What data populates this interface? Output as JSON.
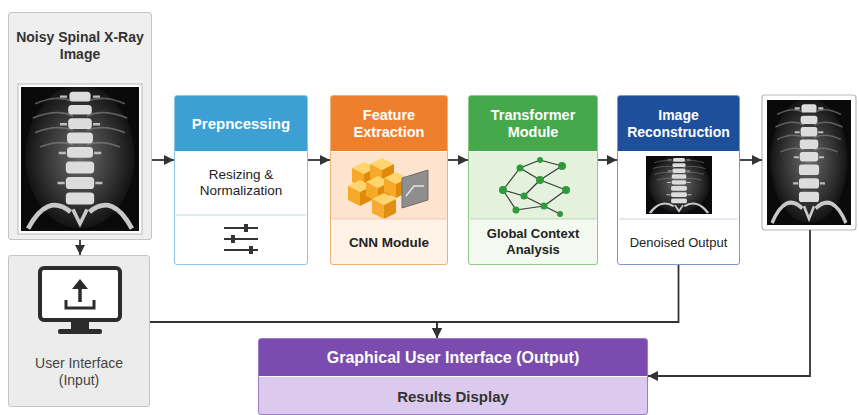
{
  "diagram": {
    "nodes": [
      {
        "text": [
          "Noisy Spinal X-Ray Image"
        ]
      },
      {
        "text": [
          "Prepncessing",
          "Resizing & Normalization"
        ]
      },
      {
        "text": [
          "Feature Extraction",
          "CNN Module"
        ]
      },
      {
        "text": [
          "Transformer Module",
          "Global Context Analysis"
        ]
      },
      {
        "text": [
          "Image Reconstruction",
          "Denoised Output"
        ]
      },
      {
        "text": [
          "User Interface (Input)"
        ]
      },
      {
        "text": [
          "Graphical User Interface (Output)",
          "Results Display"
        ]
      }
    ],
    "edges": [
      {
        "from": 0,
        "to": 1,
        "arrow": "to"
      },
      {
        "from": 1,
        "to": 2,
        "arrow": "to"
      },
      {
        "from": 2,
        "to": 3,
        "arrow": "to"
      },
      {
        "from": 3,
        "to": 4,
        "arrow": "to"
      },
      {
        "from": 0,
        "to": 5,
        "arrow": "to"
      },
      {
        "from": 5,
        "to": 6,
        "arrow": "to"
      },
      {
        "from": 4,
        "to": 6,
        "arrow": "to"
      }
    ]
  }
}
